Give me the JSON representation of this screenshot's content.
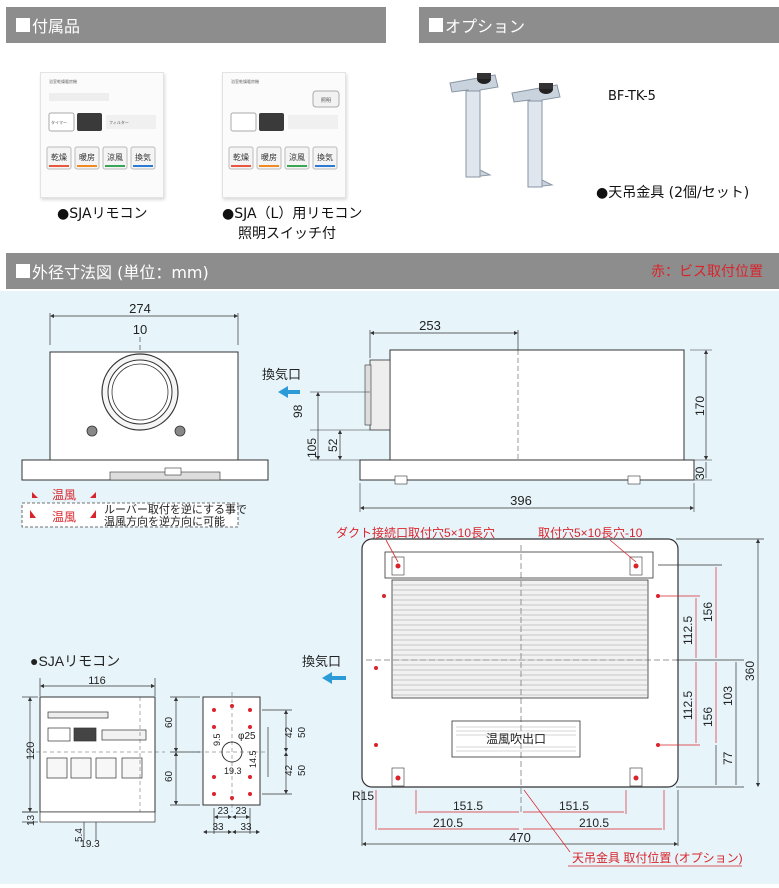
{
  "sections": {
    "accessories": {
      "title": "付属品"
    },
    "options": {
      "title": "オプション"
    },
    "dimensions": {
      "title": "外径寸法図 (単位：mm)",
      "note": "赤：ビス取付位置"
    }
  },
  "accessories": [
    {
      "name": "●SJAリモコン",
      "buttons": [
        "乾燥",
        "暖房",
        "涼風",
        "換気"
      ]
    },
    {
      "name": "●SJA（L）用リモコン",
      "subname": "照明スイッチ付",
      "buttons": [
        "乾燥",
        "暖房",
        "涼風",
        "換気"
      ]
    }
  ],
  "remote_labels": {
    "header": "浴室乾燥暖房機",
    "timer": "タイマー",
    "filter": "フィルター",
    "light": "照明"
  },
  "option": {
    "model": "BF-TK-5",
    "desc": "●天吊金具 (2個/セット)"
  },
  "front_view": {
    "width": "274",
    "duct": "10",
    "labels": [
      "温風",
      "温風"
    ],
    "note_lines": [
      "ルーバー取付を逆にする事で",
      "温風方向を逆方向に可能"
    ]
  },
  "side_view": {
    "depth_top": "253",
    "exhaust": "換気口",
    "h98": "98",
    "h105": "105",
    "h52": "52",
    "h170": "170",
    "h30": "30",
    "length": "396"
  },
  "bottom_view": {
    "duct_hole": "ダクト接続口取付穴5×10長穴",
    "mount_hole": "取付穴5×10長穴-10",
    "outlet": "温風吹出口",
    "exhaust": "換気口",
    "d156a": "156",
    "d112a": "112.5",
    "d360": "360",
    "d112b": "112.5",
    "d156b": "156",
    "d103": "103",
    "d77": "77",
    "r15": "R15",
    "d151l": "151.5",
    "d151r": "151.5",
    "d210l": "210.5",
    "d210r": "210.5",
    "d470": "470",
    "hanger": "天吊金具 取付位置 (オプション)"
  },
  "remote_drawing": {
    "title": "●SJAリモコン",
    "w116": "116",
    "h120": "120",
    "d60a": "60",
    "d60b": "60",
    "d42a": "42",
    "d42b": "42",
    "d50a": "50",
    "d50b": "50",
    "dia25": "φ25",
    "d95": "9.5",
    "d193": "19.3",
    "d145": "14.5",
    "d23a": "23",
    "d23b": "23",
    "d33a": "33",
    "d33b": "33",
    "d13": "13",
    "d54": "5.4",
    "d193b": "19.3"
  },
  "colors": {
    "header_bg": "#8d8d8d",
    "diagram_bg": "#e7f5fb",
    "screw_red": "#d9242b",
    "arrow_blue": "#2d9bd8"
  }
}
